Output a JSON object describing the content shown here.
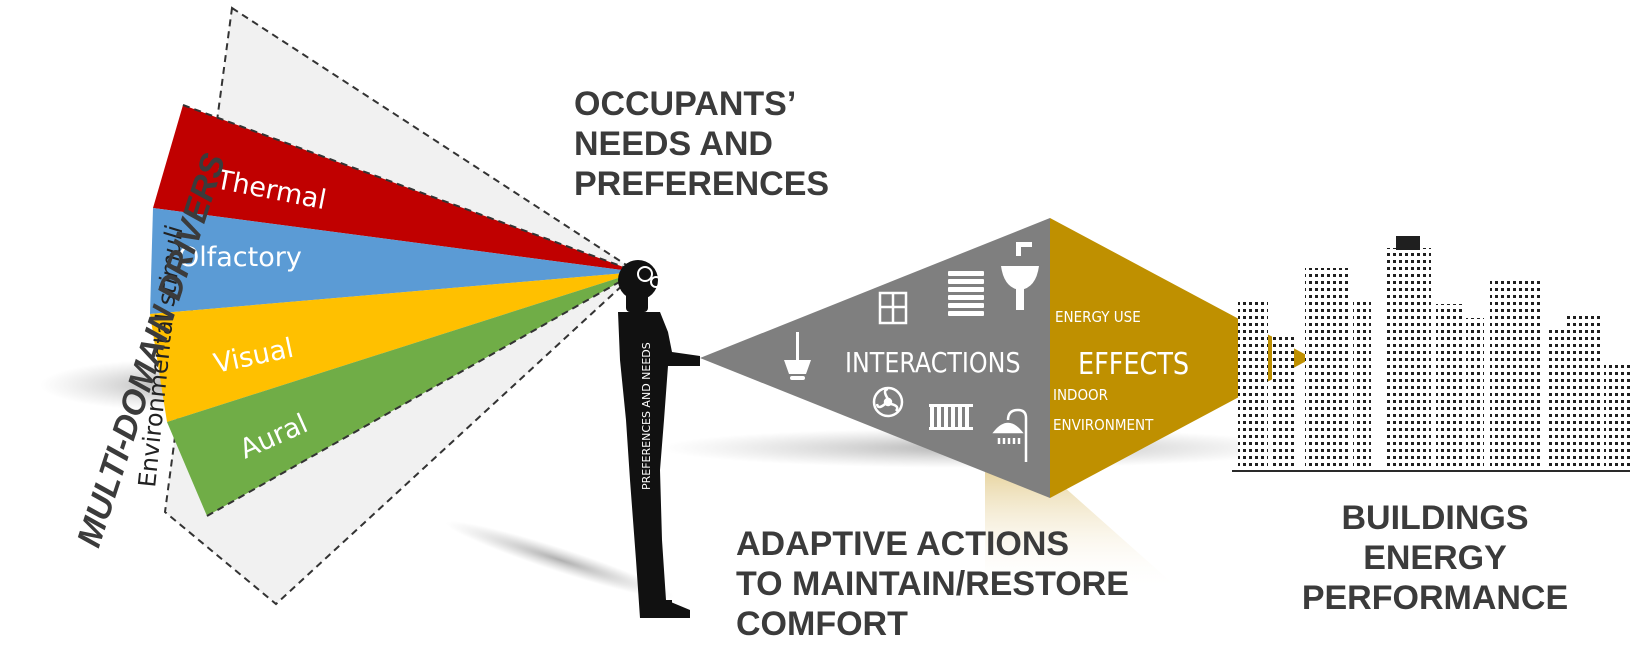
{
  "headings": {
    "needs": [
      "OCCUPANTS’",
      "NEEDS AND",
      "PREFERENCES"
    ],
    "actions": [
      "ADAPTIVE ACTIONS",
      "TO MAINTAIN/RESTORE",
      "COMFORT"
    ],
    "buildings": [
      "BUILDINGS",
      "ENERGY",
      "PERFORMANCE"
    ],
    "drivers": "MULTI-DOMAIN DRIVERS"
  },
  "stimuli": {
    "label_plain": "Environmental ",
    "label_italic": "stimuli",
    "bands": [
      {
        "label": "Thermal",
        "color": "#c00000"
      },
      {
        "label": "Olfactory",
        "color": "#5b9bd5"
      },
      {
        "label": "Visual",
        "color": "#ffc000"
      },
      {
        "label": "Aural",
        "color": "#70ad47"
      }
    ]
  },
  "person": {
    "label": "PREFERENCES AND NEEDS"
  },
  "diamond": {
    "left_label": "INTERACTIONS",
    "right_label": "EFFECTS",
    "energy_use": "ENERGY USE",
    "indoor_line1": "INDOOR",
    "indoor_line2": "ENVIRONMENT",
    "left_color": "#7f7f7f",
    "right_color": "#bf9000"
  },
  "icons": [
    "window-icon",
    "blinds-icon",
    "sink-icon",
    "lamp-icon",
    "fan-icon",
    "radiator-icon",
    "shower-icon",
    "city-skyline-icon"
  ]
}
